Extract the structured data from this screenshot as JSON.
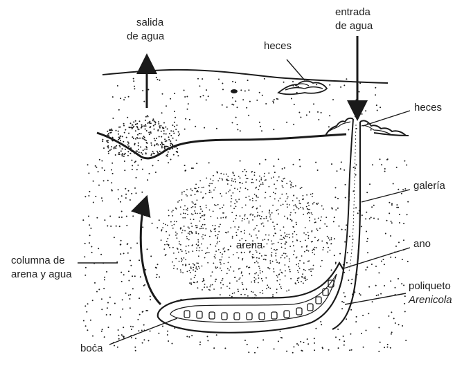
{
  "labels": {
    "salida_line1": "salida",
    "salida_line2": "de agua",
    "entrada_line1": "entrada",
    "entrada_line2": "de agua",
    "heces_top": "heces",
    "heces_right": "heces",
    "galeria": "galería",
    "arena": "arena",
    "ano": "ano",
    "columna_line1": "columna de",
    "columna_line2": "arena y agua",
    "poliqueto": "poliqueto",
    "arenicola": "Arenicola",
    "boca": "boca"
  },
  "colors": {
    "ink": "#1a1a1a",
    "background": "#ffffff"
  }
}
